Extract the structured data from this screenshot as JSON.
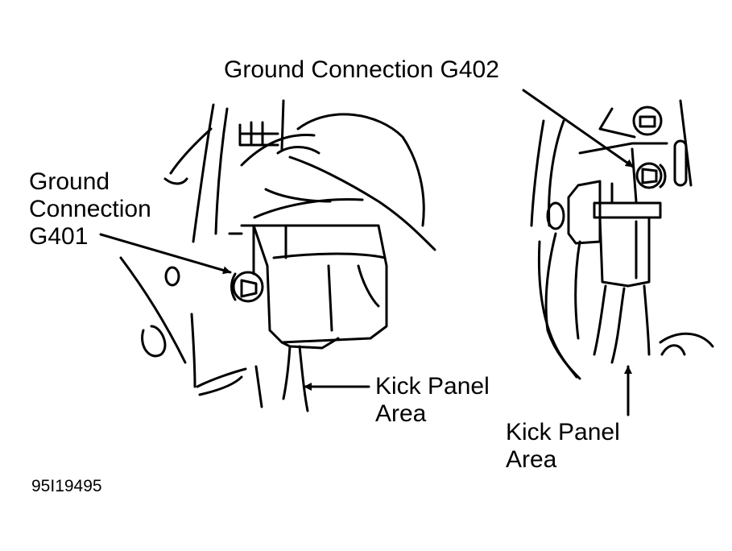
{
  "labels": {
    "g402": "Ground Connection G402",
    "g401_line1": "Ground",
    "g401_line2": "Connection",
    "g401_line3": "G401",
    "kick_left_line1": "Kick Panel",
    "kick_left_line2": "Area",
    "kick_right_line1": "Kick Panel",
    "kick_right_line2": "Area",
    "figure_id": "95I19495"
  },
  "colors": {
    "ink": "#000000",
    "paper": "#ffffff"
  }
}
